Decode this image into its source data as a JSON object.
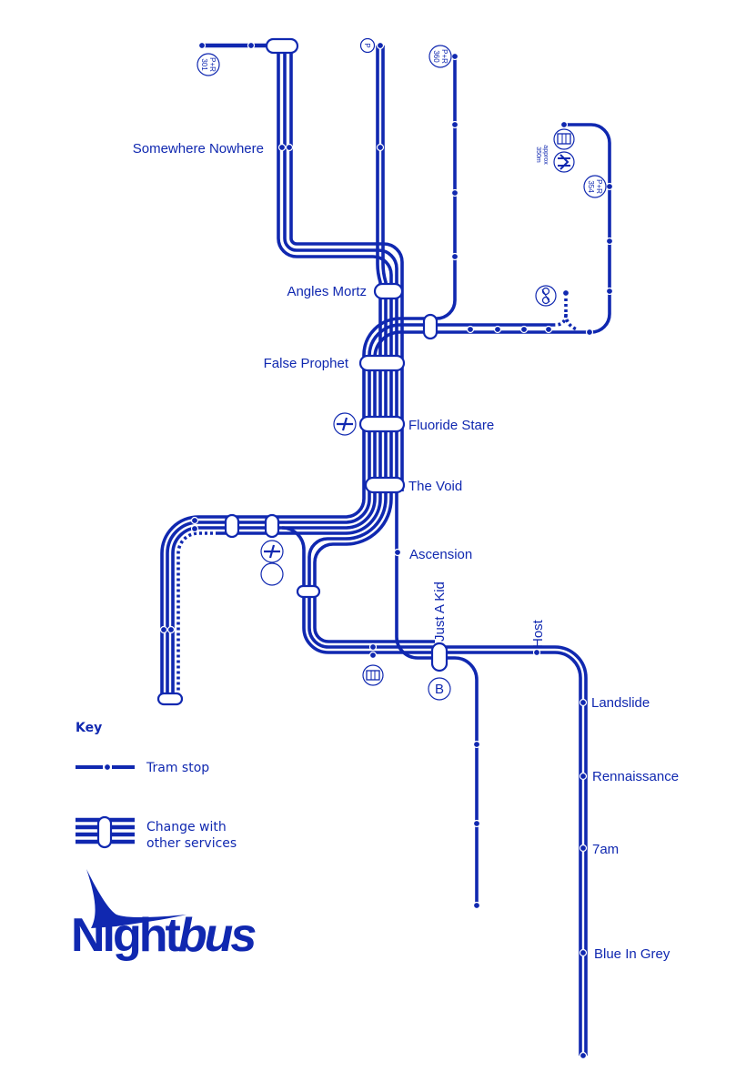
{
  "brand": {
    "logo_text_a": "Night",
    "logo_text_b": "bus",
    "color": "#1028b0"
  },
  "stations": {
    "somewhere_nowhere": "Somewhere Nowhere",
    "angles_mortz": "Angles Mortz",
    "false_prophet": "False Prophet",
    "fluoride_stare": "Fluoride Stare",
    "the_void": "The Void",
    "ascension": "Ascension",
    "just_a_kid": "Just A Kid",
    "host": "Host",
    "landslide": "Landslide",
    "rennaissance": "Rennaissance",
    "seven_am": "7am",
    "blue_in_grey": "Blue In Grey"
  },
  "badges": {
    "pr301_a": "P+R",
    "pr301_b": "301",
    "parking": "P",
    "pr360_a": "P+R",
    "pr360_b": "360",
    "pr354_a": "P+R",
    "pr354_b": "354",
    "approx_a": "approx",
    "approx_b": "350m",
    "bus_station": "B"
  },
  "icons": [
    "airport-icon",
    "rail-icon",
    "bus-icon",
    "bike-icon",
    "parking-icon"
  ],
  "key": {
    "title": "Key",
    "tram_stop": "Tram stop",
    "change_line1": "Change with",
    "change_line2": "other services"
  }
}
